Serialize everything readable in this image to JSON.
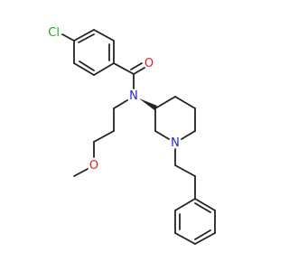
{
  "molecule": {
    "atoms": {
      "chlorine": "Cl",
      "carbonyl_oxygen": "O",
      "amide_nitrogen": "N",
      "ether_oxygen": "O",
      "ring_nitrogen": "N"
    },
    "colors": {
      "bond": "#222222",
      "chlorine": "#22aa22",
      "oxygen": "#dd2222",
      "nitrogen": "#2222dd"
    }
  }
}
